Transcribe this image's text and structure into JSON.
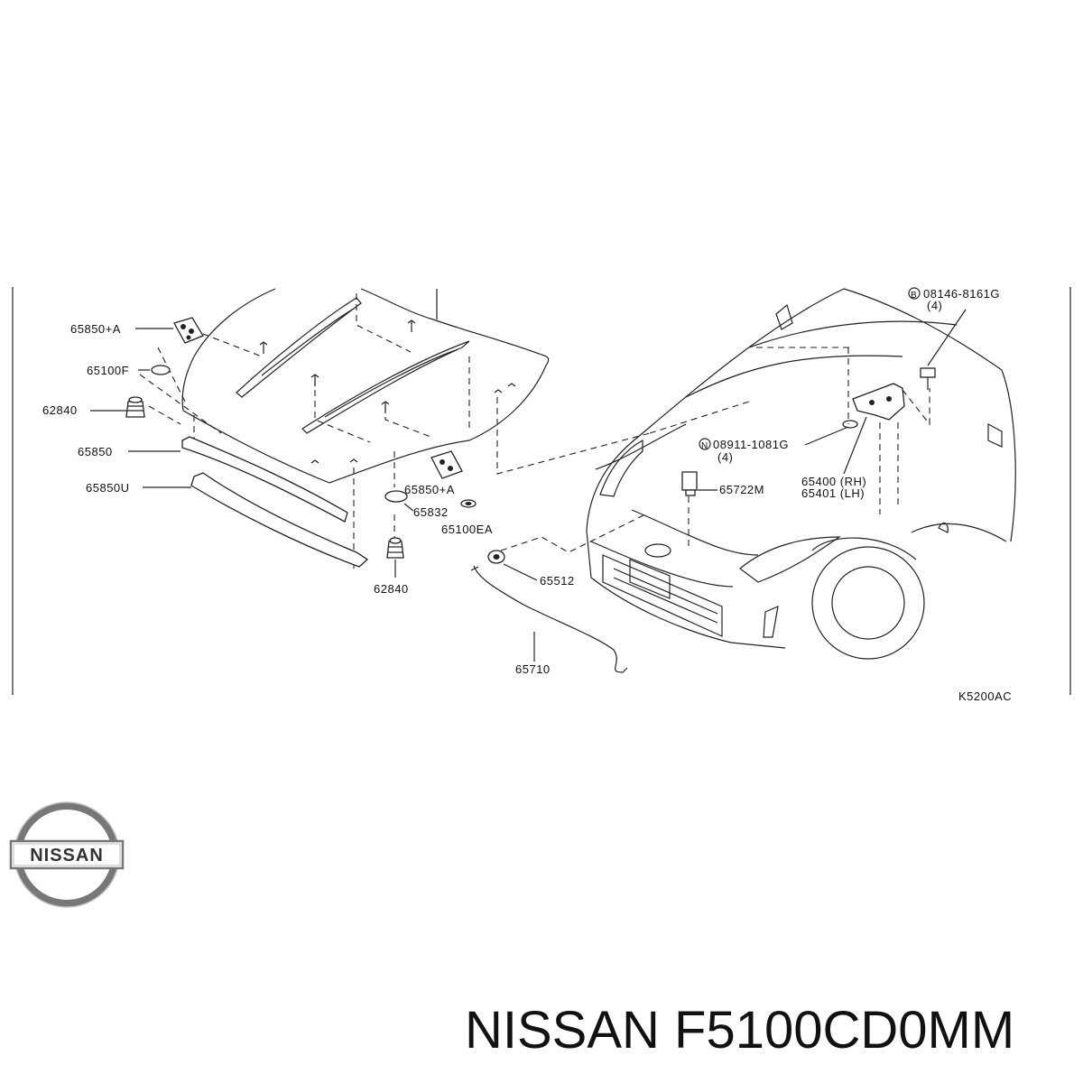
{
  "labels": {
    "p65850A_top": "65850+A",
    "p65100F": "65100F",
    "p62840_left": "62840",
    "p65850": "65850",
    "p65850U": "65850U",
    "p65850A_mid": "65850+A",
    "p65832": "65832",
    "p65100EA": "65100EA",
    "p62840_bottom": "62840",
    "p65512": "65512",
    "p65710": "65710",
    "p65722M": "65722M",
    "p08911": "08911-1081G",
    "p08911_qty": "(4)",
    "p08146": "08146-8161G",
    "p08146_qty": "(4)",
    "p65400": "65400 (RH)",
    "p65401": "65401 (LH)",
    "marker_n": "N",
    "marker_b": "B",
    "ref_code": "K5200AC"
  },
  "footer": {
    "brand_logo_text": "NISSAN",
    "title": "NISSAN F5100CD0MM"
  }
}
